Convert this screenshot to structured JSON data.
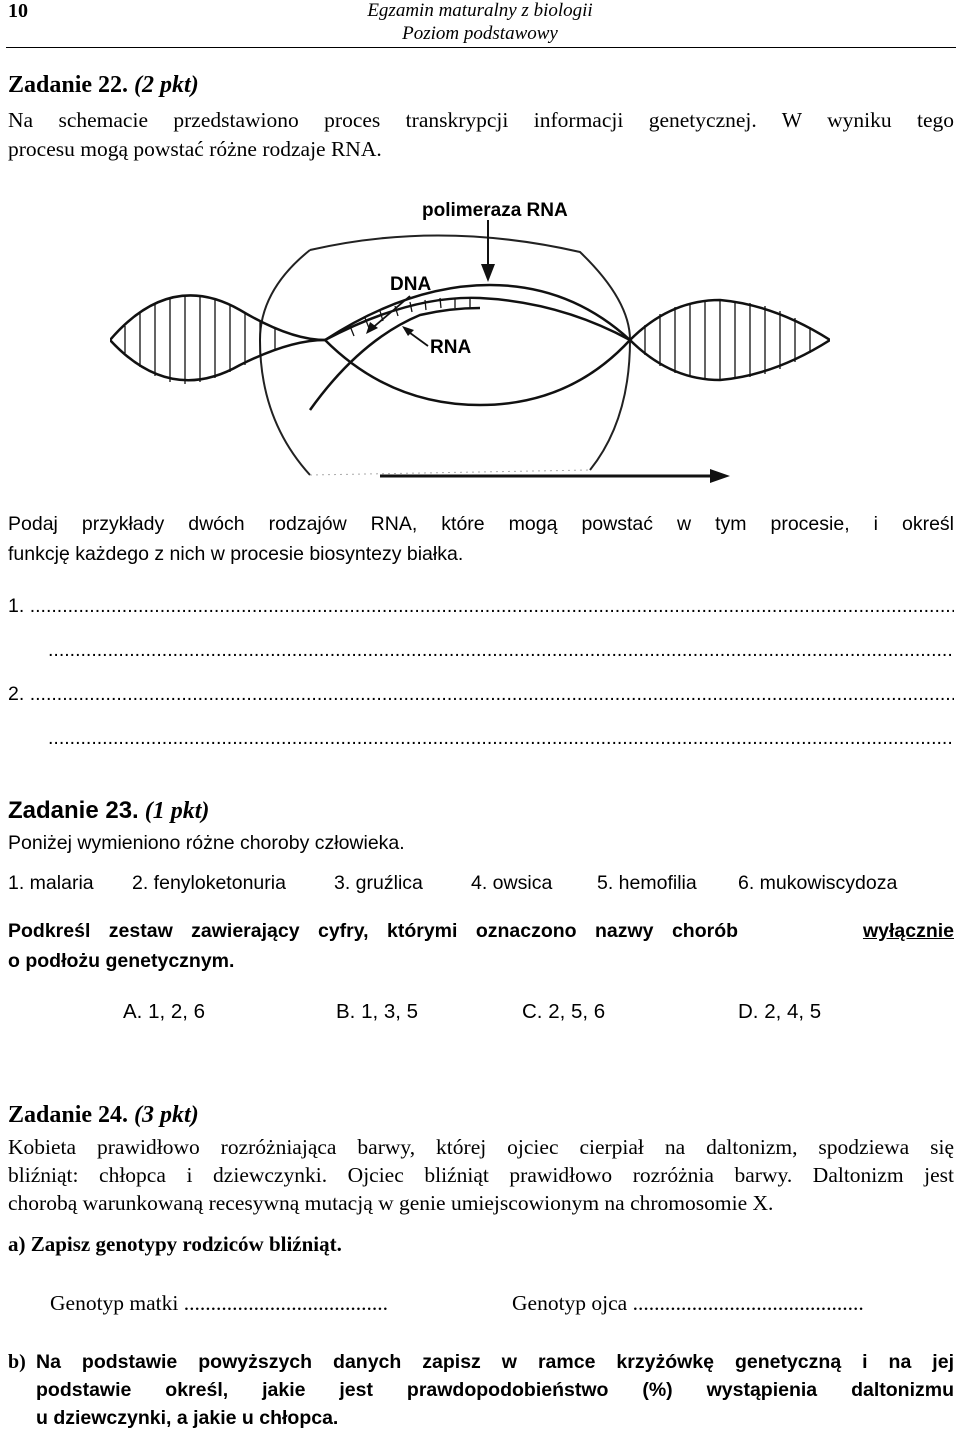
{
  "header": {
    "page_number": "10",
    "line1": "Egzamin maturalny z biologii",
    "line2": "Poziom podstawowy"
  },
  "task22": {
    "title": "Zadanie 22.",
    "points": "(2 pkt)",
    "intro_line1": "Na schemacie przedstawiono proces transkrypcji informacji genetycznej. W wyniku tego",
    "intro_line2": "procesu mogą powstać różne rodzaje RNA.",
    "diagram_labels": {
      "enzyme": "polimeraza RNA",
      "dna": "DNA",
      "rna": "RNA"
    },
    "question_line1": "Podaj przykłady dwóch rodzajów RNA, które mogą powstać w tym procesie, i określ",
    "question_line2": "funkcję każdego z nich w procesie biosyntezy białka.",
    "answer_1_label": "1.",
    "answer_2_label": "2.",
    "dots": "................................................................................................................................................................................................................................................................................"
  },
  "task23": {
    "title": "Zadanie 23.",
    "points": "(1 pkt)",
    "intro": "Poniżej wymieniono różne choroby człowieka.",
    "diseases": [
      "1. malaria",
      "2. fenyloketonuria",
      "3. gruźlica",
      "4. owsica",
      "5. hemofilia",
      "6. mukowiscydoza"
    ],
    "instruction_before": "Podkreśl zestaw zawierający cyfry, którymi oznaczono nazwy chorób",
    "instruction_underlined": "wyłącznie",
    "instruction_line2": "o podłożu genetycznym.",
    "options": [
      "A.  1, 2, 6",
      "B.  1, 3, 5",
      "C.  2, 5, 6",
      "D.  2, 4, 5"
    ]
  },
  "task24": {
    "title": "Zadanie 24.",
    "points": "(3 pkt)",
    "intro_line1": "Kobieta prawidłowo rozróżniająca barwy, której ojciec cierpiał na daltonizm, spodziewa się",
    "intro_line2": "bliźniąt: chłopca i dziewczynki. Ojciec bliźniąt prawidłowo  rozróżnia barwy. Daltonizm jest",
    "intro_line3": "chorobą warunkowaną recesywną mutacją w genie umiejscowionym na chromosomie X.",
    "part_a": "a) Zapisz genotypy rodziców bliźniąt.",
    "genotype_mother": "Genotyp matki ......................................",
    "genotype_father": "Genotyp ojca ...........................................",
    "part_b_label": "b)",
    "part_b_line1": "Na podstawie powyższych danych zapisz w ramce krzyżówkę genetyczną i na jej",
    "part_b_line2": "podstawie określ, jakie jest prawdopodobieństwo (%) wystąpienia daltonizmu",
    "part_b_line3": "u dziewczynki, a jakie u chłopca."
  }
}
